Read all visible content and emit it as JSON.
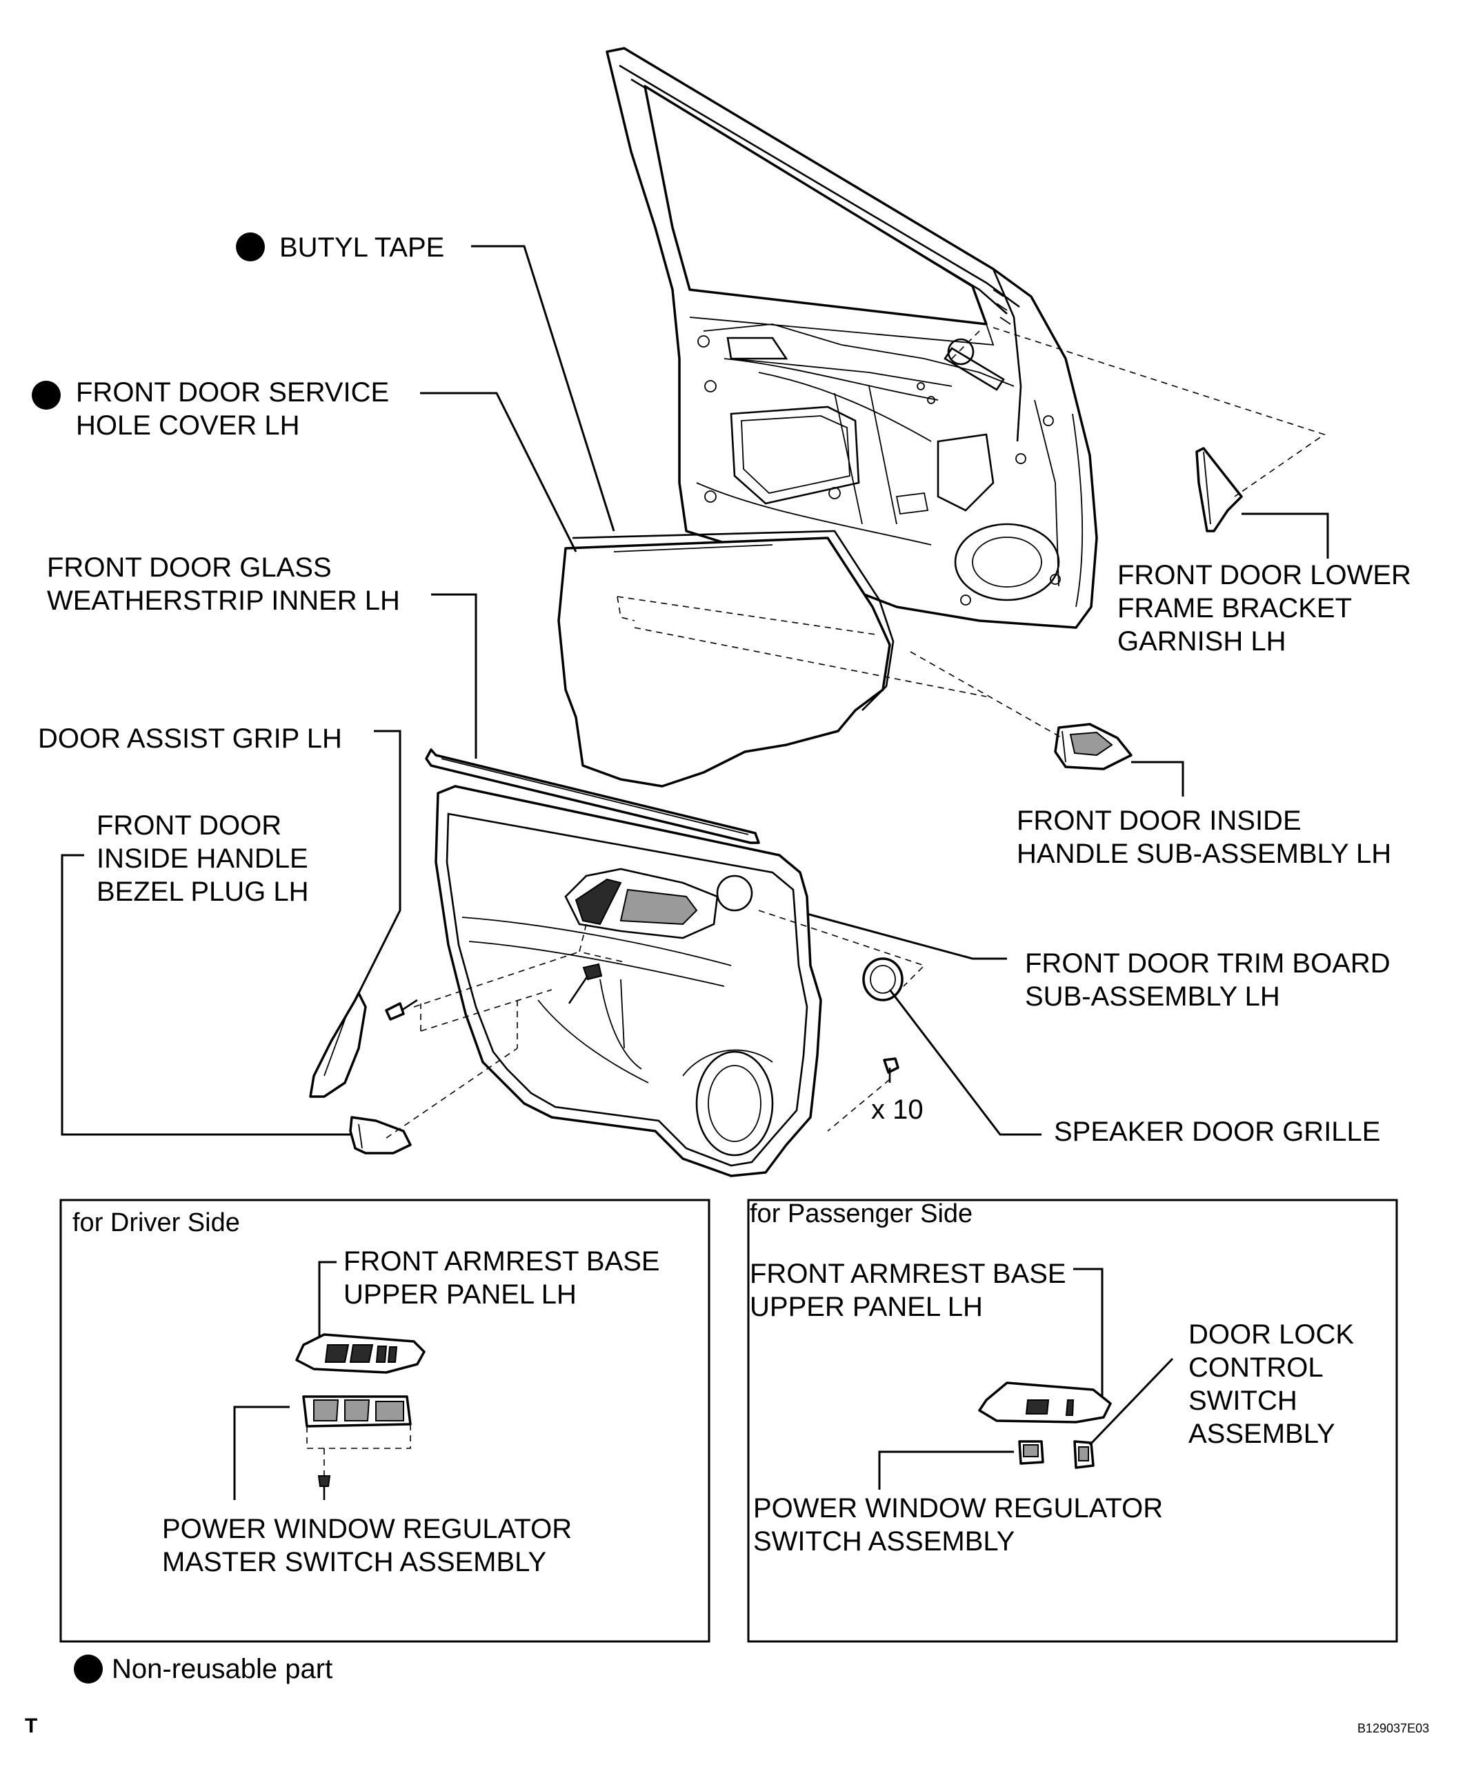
{
  "callouts": {
    "butyl_tape": "BUTYL TAPE",
    "service_hole_cover": [
      "FRONT DOOR SERVICE",
      "HOLE COVER LH"
    ],
    "glass_weatherstrip": [
      "FRONT DOOR GLASS",
      "WEATHERSTRIP INNER LH"
    ],
    "assist_grip": "DOOR ASSIST GRIP LH",
    "bezel_plug": [
      "FRONT DOOR",
      "INSIDE HANDLE",
      "BEZEL PLUG LH"
    ],
    "lower_frame_garnish": [
      "FRONT DOOR LOWER",
      "FRAME BRACKET",
      "GARNISH LH"
    ],
    "inside_handle": [
      "FRONT DOOR INSIDE",
      "HANDLE SUB-ASSEMBLY LH"
    ],
    "trim_board": [
      "FRONT DOOR TRIM BOARD",
      "SUB-ASSEMBLY LH"
    ],
    "speaker_grille": "SPEAKER DOOR GRILLE",
    "clip_count": "x 10"
  },
  "driver_box": {
    "title": "for Driver Side",
    "armrest": [
      "FRONT ARMREST BASE",
      "UPPER PANEL LH"
    ],
    "master_switch": [
      "POWER WINDOW REGULATOR",
      "MASTER SWITCH ASSEMBLY"
    ]
  },
  "passenger_box": {
    "title": "for Passenger Side",
    "armrest": [
      "FRONT ARMREST BASE",
      "UPPER PANEL LH"
    ],
    "lock_switch": [
      "DOOR LOCK",
      "CONTROL",
      "SWITCH",
      "ASSEMBLY"
    ],
    "window_switch": [
      "POWER WINDOW REGULATOR",
      "SWITCH ASSEMBLY"
    ]
  },
  "legend": {
    "text": "Non-reusable part",
    "marker_color": "#000000"
  },
  "corner_mark": "T",
  "figure_code": "B129037E03"
}
